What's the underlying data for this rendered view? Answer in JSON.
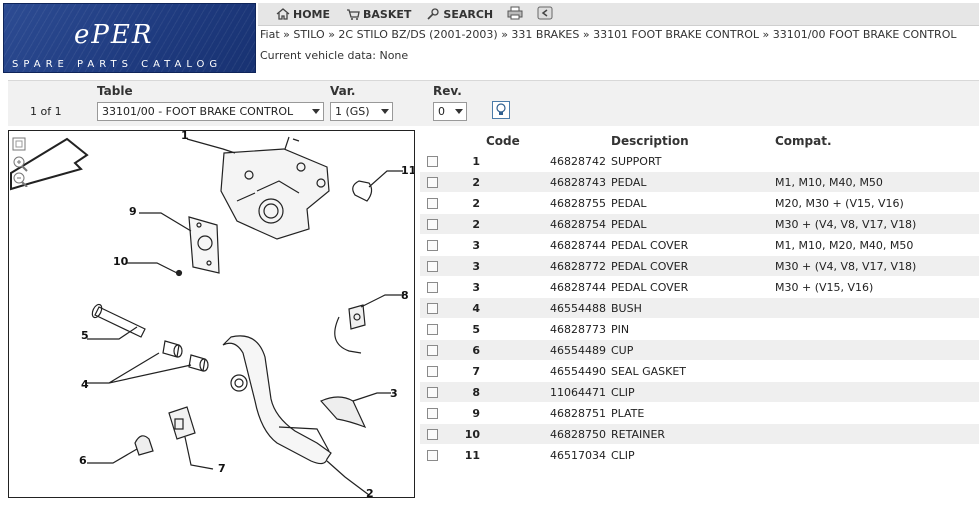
{
  "logo": {
    "brand": "ePER",
    "subtitle": "SPARE PARTS CATALOG"
  },
  "nav": {
    "home": "HOME",
    "basket": "BASKET",
    "search": "SEARCH"
  },
  "breadcrumb": "Fiat » STILO » 2C STILO BZ/DS (2001-2003) » 331 BRAKES » 33101 FOOT BRAKE CONTROL » 33101/00 FOOT BRAKE CONTROL",
  "vehicle_data": "Current vehicle data: None",
  "selector": {
    "page_info": "1 of 1",
    "table_label": "Table",
    "table_value": "33101/00 - FOOT BRAKE CONTROL",
    "var_label": "Var.",
    "var_value": "1 (GS)",
    "rev_label": "Rev.",
    "rev_value": "0"
  },
  "columns": {
    "code": "Code",
    "description": "Description",
    "compat": "Compat."
  },
  "parts": [
    {
      "num": "1",
      "code": "46828742",
      "description": "SUPPORT",
      "compat": ""
    },
    {
      "num": "2",
      "code": "46828743",
      "description": "PEDAL",
      "compat": "M1, M10, M40, M50"
    },
    {
      "num": "2",
      "code": "46828755",
      "description": "PEDAL",
      "compat": "M20, M30 + (V15, V16)"
    },
    {
      "num": "2",
      "code": "46828754",
      "description": "PEDAL",
      "compat": "M30 + (V4, V8, V17, V18)"
    },
    {
      "num": "3",
      "code": "46828744",
      "description": "PEDAL COVER",
      "compat": "M1, M10, M20, M40, M50"
    },
    {
      "num": "3",
      "code": "46828772",
      "description": "PEDAL COVER",
      "compat": "M30 + (V4, V8, V17, V18)"
    },
    {
      "num": "3",
      "code": "46828744",
      "description": "PEDAL COVER",
      "compat": "M30 + (V15, V16)"
    },
    {
      "num": "4",
      "code": "46554488",
      "description": "BUSH",
      "compat": ""
    },
    {
      "num": "5",
      "code": "46828773",
      "description": "PIN",
      "compat": ""
    },
    {
      "num": "6",
      "code": "46554489",
      "description": "CUP",
      "compat": ""
    },
    {
      "num": "7",
      "code": "46554490",
      "description": "SEAL GASKET",
      "compat": ""
    },
    {
      "num": "8",
      "code": "11064471",
      "description": "CLIP",
      "compat": ""
    },
    {
      "num": "9",
      "code": "46828751",
      "description": "PLATE",
      "compat": ""
    },
    {
      "num": "10",
      "code": "46828750",
      "description": "RETAINER",
      "compat": ""
    },
    {
      "num": "11",
      "code": "46517034",
      "description": "CLIP",
      "compat": ""
    }
  ],
  "diagram_callouts": [
    "1",
    "2",
    "3",
    "4",
    "5",
    "6",
    "7",
    "8",
    "9",
    "10",
    "11"
  ]
}
